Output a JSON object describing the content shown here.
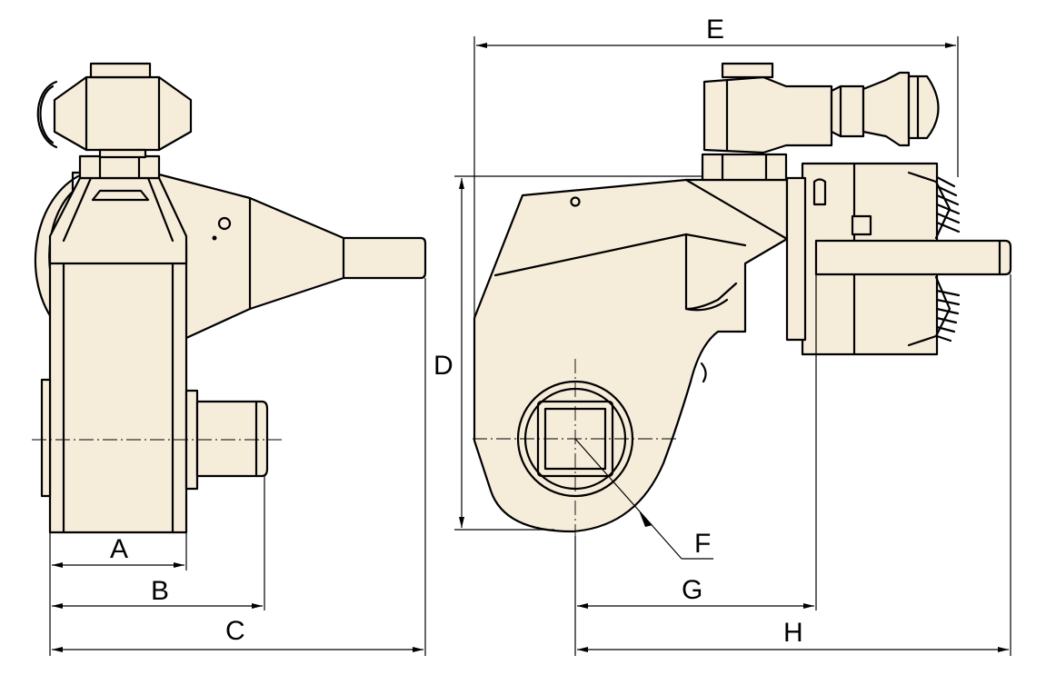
{
  "colors": {
    "body_fill": "#f6ecda",
    "line": "#000000",
    "background": "#ffffff"
  },
  "dimensions": {
    "A": "A",
    "B": "B",
    "C": "C",
    "D": "D",
    "E": "E",
    "F": "F",
    "G": "G",
    "H": "H"
  }
}
